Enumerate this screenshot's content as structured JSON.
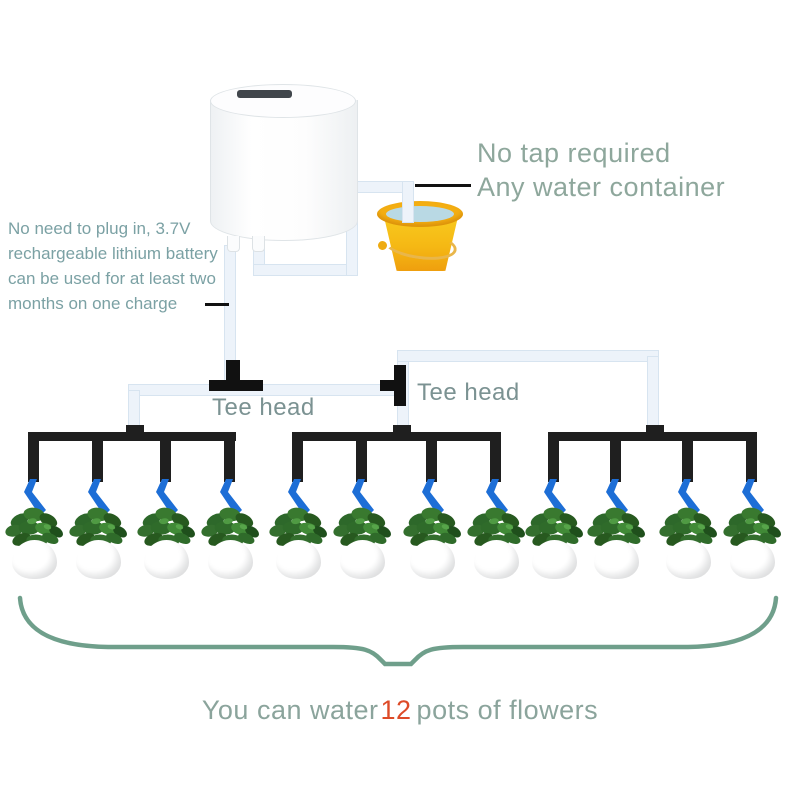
{
  "header": {
    "line1": "No tap required",
    "line2": "Any water container"
  },
  "battery_note": {
    "line1": "No need to plug in, 3.7V",
    "line2": "rechargeable lithium battery",
    "line3": "can be used for at least two",
    "line4": "months on one charge"
  },
  "labels": {
    "tee1": "Tee head",
    "tee2": "Tee head"
  },
  "caption": {
    "prefix": "You can water",
    "count": "12",
    "suffix": "pots of flowers"
  },
  "system": {
    "pots_total": 12,
    "manifold_groups": 3,
    "pots_per_group": 4
  },
  "icons": {
    "pump": "pump-device-icon",
    "bucket": "water-bucket-icon",
    "dripper": "dripper-arrow-icon",
    "plant": "potted-plant-icon",
    "brace": "curly-brace-icon"
  },
  "colors": {
    "dripper_blue": "#1d6ed6",
    "tube_light": "#edf3fa",
    "tube_black": "#1f1f1f",
    "heading_green": "#8ea79c",
    "note_teal": "#7ba1a4",
    "count_red": "#dd4b28",
    "brace_green": "#6f9f8b",
    "bucket_yellow": "#f5b814"
  }
}
